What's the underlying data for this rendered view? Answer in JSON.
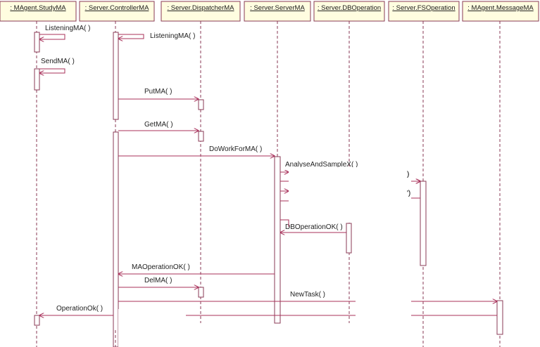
{
  "participants": {
    "study": ": MAgent.StudyMA",
    "controller": ": Server.ControllerMA",
    "dispatcher": ": Server.DispatcherMA",
    "server": ": Server.ServerMA",
    "db": ": Server.DBOperation",
    "fs": ": Server.FSOperation",
    "message": ": MAgent.MessageMA"
  },
  "messages": {
    "study_listening": "ListeningMA( )",
    "controller_listening": "ListeningMA( )",
    "send": "SendMA( )",
    "put": "PutMA( )",
    "get": "GetMA( )",
    "do_work": "DoWorkForMA( )",
    "analyse_partial": "AnalyseAndSampleX( )",
    "fs_call_1": ")",
    "fs_call_2": "')",
    "db_return_partial": "DBOperationOK( )",
    "ma_op_ok_partial": "MAOperationOK( )",
    "del": "DelMA( )",
    "new_task": "NewTask( )",
    "operation_ok": "OperationOk( )"
  },
  "colors": {
    "line": "#a8305a",
    "object_fill": "#fffde0",
    "object_border": "#8a3a55"
  }
}
